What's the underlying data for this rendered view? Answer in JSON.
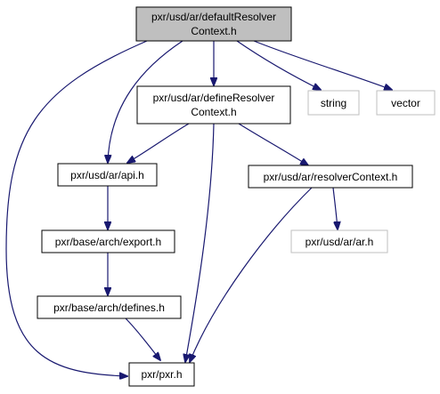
{
  "colors": {
    "edge": "#191970",
    "node_border": "#000000",
    "external_border": "#bfbfbf",
    "highlight_fill": "#bfbfbf",
    "node_fill": "#ffffff",
    "external_text": "#808080"
  },
  "nodes": [
    {
      "id": "defaultResolverContext",
      "lines": [
        "pxr/usd/ar/defaultResolver",
        "Context.h"
      ],
      "style": "highlight"
    },
    {
      "id": "defineResolverContext",
      "lines": [
        "pxr/usd/ar/defineResolver",
        "Context.h"
      ],
      "style": "normal"
    },
    {
      "id": "string",
      "lines": [
        "string"
      ],
      "style": "external"
    },
    {
      "id": "vector",
      "lines": [
        "vector"
      ],
      "style": "external"
    },
    {
      "id": "api",
      "lines": [
        "pxr/usd/ar/api.h"
      ],
      "style": "normal"
    },
    {
      "id": "resolverContext",
      "lines": [
        "pxr/usd/ar/resolverContext.h"
      ],
      "style": "normal"
    },
    {
      "id": "export",
      "lines": [
        "pxr/base/arch/export.h"
      ],
      "style": "normal"
    },
    {
      "id": "ar",
      "lines": [
        "pxr/usd/ar/ar.h"
      ],
      "style": "external"
    },
    {
      "id": "defines",
      "lines": [
        "pxr/base/arch/defines.h"
      ],
      "style": "normal"
    },
    {
      "id": "pxr",
      "lines": [
        "pxr/pxr.h"
      ],
      "style": "normal"
    }
  ],
  "edges": [
    {
      "from": "defaultResolverContext",
      "to": "defineResolverContext"
    },
    {
      "from": "defaultResolverContext",
      "to": "string"
    },
    {
      "from": "defaultResolverContext",
      "to": "vector"
    },
    {
      "from": "defaultResolverContext",
      "to": "api"
    },
    {
      "from": "defaultResolverContext",
      "to": "pxr"
    },
    {
      "from": "defineResolverContext",
      "to": "api"
    },
    {
      "from": "defineResolverContext",
      "to": "resolverContext"
    },
    {
      "from": "defineResolverContext",
      "to": "pxr"
    },
    {
      "from": "api",
      "to": "export"
    },
    {
      "from": "export",
      "to": "defines"
    },
    {
      "from": "defines",
      "to": "pxr"
    },
    {
      "from": "resolverContext",
      "to": "ar"
    },
    {
      "from": "resolverContext",
      "to": "pxr"
    }
  ]
}
